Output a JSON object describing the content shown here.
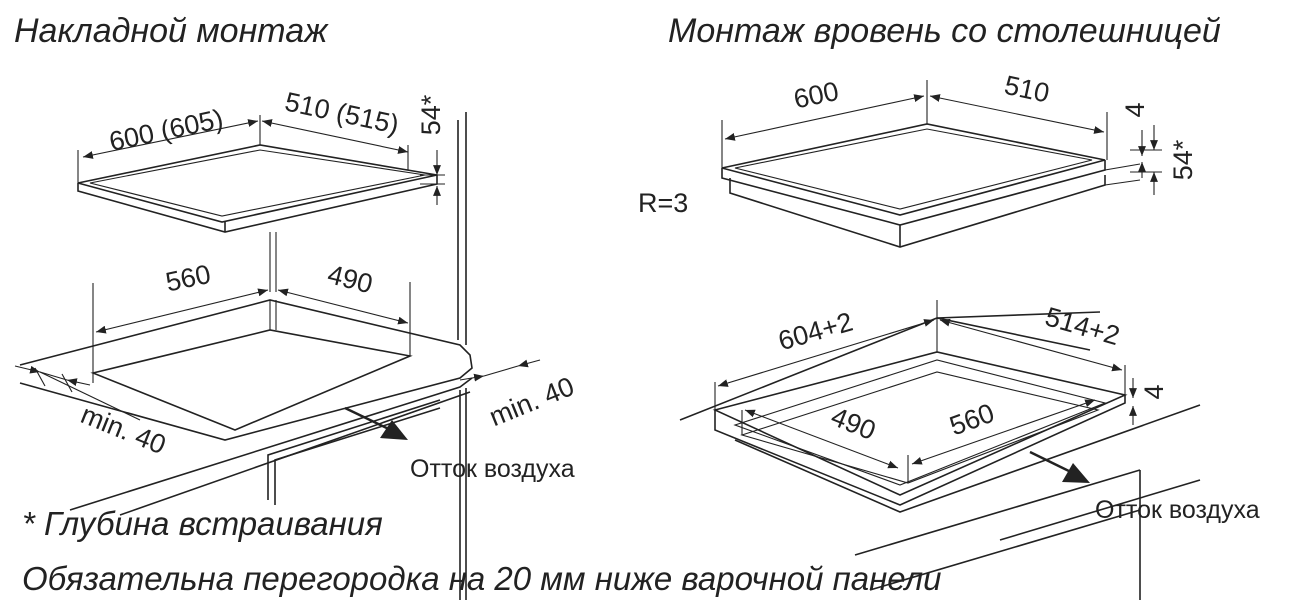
{
  "titles": {
    "left": "Накладной монтаж",
    "right": "Монтаж вровень со столешницей"
  },
  "left_diagram": {
    "hob_width": "600 (605)",
    "hob_depth": "510 (515)",
    "hob_height": "54*",
    "cutout_width": "560",
    "cutout_depth": "490",
    "min_front": "min. 40",
    "min_back": "min. 40",
    "airflow": "Отток воздуха"
  },
  "right_diagram": {
    "hob_width": "600",
    "hob_depth": "510",
    "frame_height": "4",
    "hob_height": "54*",
    "radius": "R=3",
    "recess_width": "604+2",
    "recess_depth": "514+2",
    "recess_height": "4",
    "cutout_depth": "490",
    "cutout_width": "560",
    "airflow": "Отток воздуха"
  },
  "notes": {
    "depth_note": "* Глубина встраивания",
    "partition_note": "Обязательна перегородка на 20 мм ниже варочной панели"
  }
}
